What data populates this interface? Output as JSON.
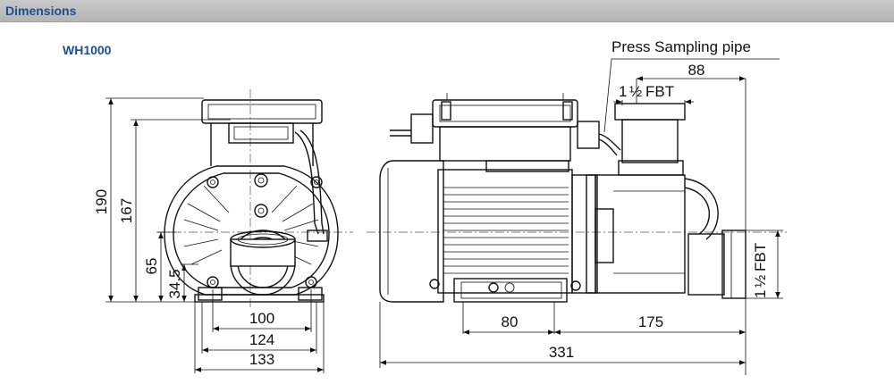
{
  "header": {
    "title": "Dimensions",
    "bar_color": "#b8b8b8",
    "title_color": "#1f4e8c"
  },
  "model": {
    "name": "WH1000"
  },
  "callouts": {
    "sampling_pipe": "Press Sampling pipe",
    "fbt_top_whole": "1",
    "fbt_top_frac": "½",
    "fbt_top_unit": "FBT",
    "fbt_side_whole": "1",
    "fbt_side_frac": "½",
    "fbt_side_unit": "FBT"
  },
  "front_view": {
    "height_total": "190",
    "height_inlet": "167",
    "height_center": "65",
    "height_base": "34.5",
    "width_bolts": "100",
    "width_feet": "124",
    "width_total": "133"
  },
  "side_view": {
    "dim_outlet_offset": "88",
    "dim_foot": "80",
    "dim_head": "175",
    "dim_total": "331"
  }
}
